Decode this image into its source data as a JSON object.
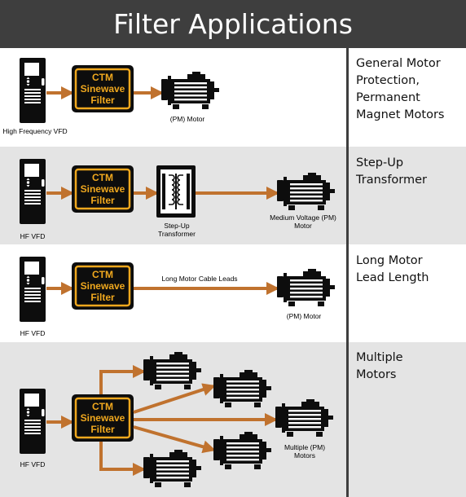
{
  "title": "Filter Applications",
  "filter_label": [
    "CTM",
    "Sinewave",
    "Filter"
  ],
  "rows": [
    {
      "title": "General Motor Protection, Permanent Magnet Motors",
      "drive_label": "High Frequency VFD",
      "motor_label": "(PM) Motor"
    },
    {
      "title": "Step-Up Transformer",
      "drive_label": "HF VFD",
      "transformer_label": "Step-Up Transformer",
      "motor_label": "Medium Voltage (PM) Motor"
    },
    {
      "title": "Long Motor Lead Length",
      "drive_label": "HF VFD",
      "cable_label": "Long Motor Cable Leads",
      "motor_label": "(PM) Motor"
    },
    {
      "title": "Multiple Motors",
      "drive_label": "HF VFD",
      "motor_label": "Multiple (PM) Motors"
    }
  ],
  "colors": {
    "header": "#3e3e3e",
    "arrow": "#c0722e",
    "filter_border": "#f0a81e",
    "row_gray": "#e4e4e4"
  }
}
